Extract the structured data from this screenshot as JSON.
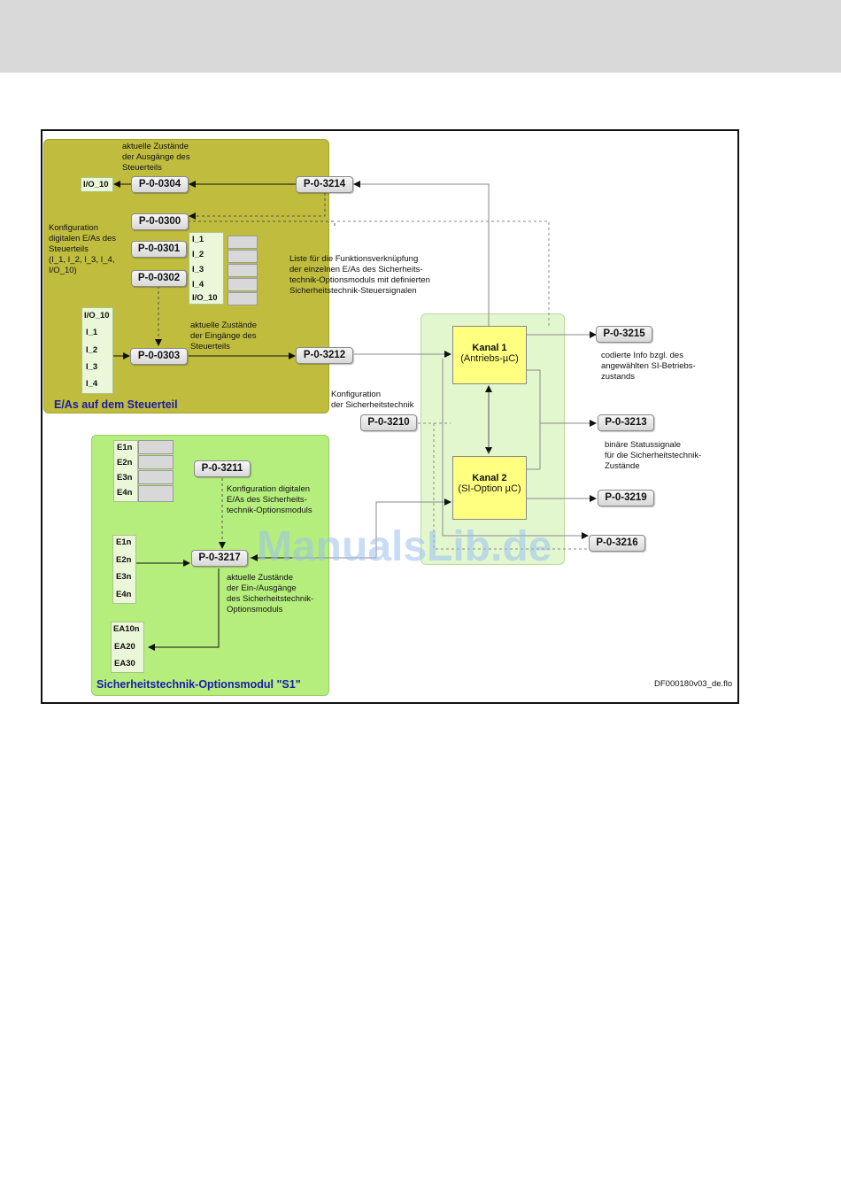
{
  "diagram": {
    "file_ref": "DF000180v03_de.flo",
    "watermark": "ManualsLib.de",
    "colors": {
      "steuerteil_region": "#c0bd3e",
      "option_region": "#b6ee7e",
      "safety_region": "#e3f7cf",
      "channel": "#ffff80",
      "title_text": "#1a1aa8"
    },
    "region_steuerteil": {
      "title": "E/As auf dem Steuerteil",
      "note_outputs": "aktuelle Zustände\nder Ausgänge des\nSteuerteils",
      "note_config": "Konfiguration\ndigitalen E/As des\nSteuerteils\n(I_1, I_2, I_3, I_4,\nI/O_10)",
      "note_inputs": "aktuelle Zustände\nder Eingänge des\nSteuerteils",
      "output_slot": "I/O_10",
      "config_slots": [
        "I_1",
        "I_2",
        "I_3",
        "I_4",
        "I/O_10"
      ],
      "input_slots": [
        "I/O_10",
        "I_1",
        "I_2",
        "I_3",
        "I_4"
      ],
      "params": {
        "p0304": "P-0-0304",
        "p0300": "P-0-0300",
        "p0301": "P-0-0301",
        "p0302": "P-0-0302",
        "p0303": "P-0-0303"
      }
    },
    "region_option": {
      "title": "Sicherheitstechnik-Optionsmodul \"S1\"",
      "note_config": "Konfiguration digitalen\nE/As des Sicherheits-\ntechnik-Optionsmoduls",
      "note_states": "aktuelle Zustände\nder Ein-/Ausgänge\ndes Sicherheitstechnik-\nOptionsmoduls",
      "config_slots": [
        "E1n",
        "E2n",
        "E3n",
        "E4n"
      ],
      "input_slots": [
        "E1n",
        "E2n",
        "E3n",
        "E4n"
      ],
      "io_slots": [
        "EA10n",
        "EA20",
        "EA30"
      ],
      "params": {
        "p3211": "P-0-3211",
        "p3217": "P-0-3217"
      }
    },
    "safety": {
      "kanal1_title": "Kanal 1",
      "kanal1_sub": "(Antriebs-µC)",
      "kanal2_title": "Kanal 2",
      "kanal2_sub": "(SI-Option µC)",
      "note_liste": "Liste für die Funktionsverknüpfung\nder einzelnen E/As des Sicherheits-\ntechnik-Optionsmoduls mit definierten\nSicherheitstechnik-Steuersignalen",
      "note_konfig": "Konfiguration\nder Sicherheitstechnik",
      "note_3215": "codierte Info bzgl. des\nangewählten SI-Betriebs-\nzustands",
      "note_3213": "binäre Statussignale\nfür die Sicherheitstechnik-\nZustände",
      "params": {
        "p3214": "P-0-3214",
        "p3212": "P-0-3212",
        "p3210": "P-0-3210",
        "p3215": "P-0-3215",
        "p3213": "P-0-3213",
        "p3219": "P-0-3219",
        "p3216": "P-0-3216"
      }
    }
  }
}
